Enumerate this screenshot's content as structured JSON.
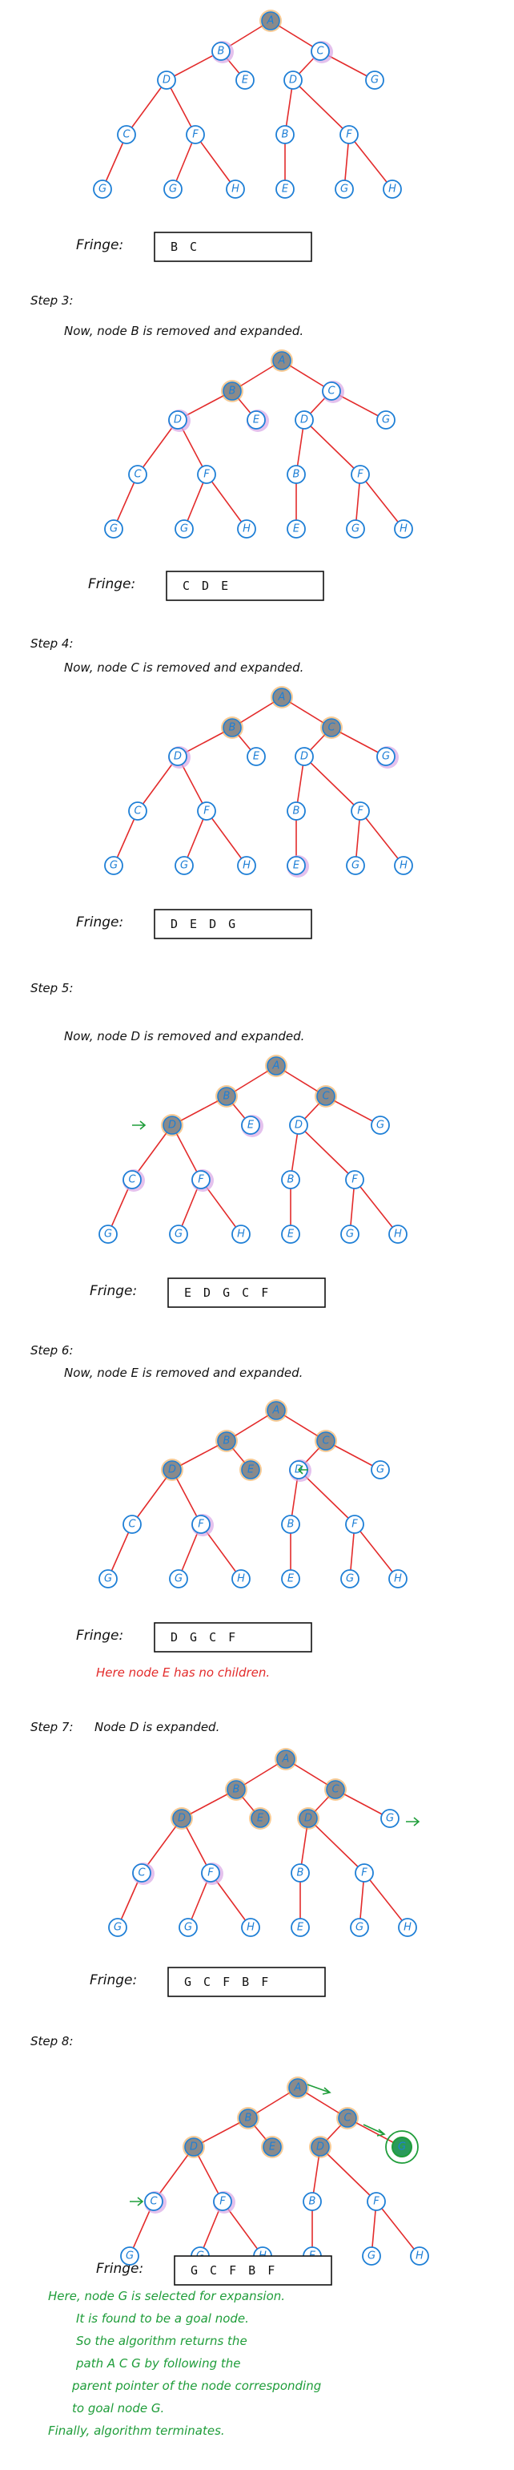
{
  "colors": {
    "edge": "#e32b2b",
    "node_outline": "#1e7fd6",
    "expanded_fill": "#8a8a8a",
    "expanded_glow": "#f0a040",
    "fringe_glow": "#d9a7e6",
    "goal_fill": "#2a9a5a",
    "goal_ring": "#1f9d3a",
    "text": "#111111",
    "red_text": "#e32b2b",
    "green_text": "#1f9d3a"
  },
  "fringe_label": "Fringe:",
  "sections": [
    {
      "id": "s1",
      "step_label": "",
      "text": "",
      "expanded": [
        "A"
      ],
      "fringe_nodes": [
        "B",
        "C"
      ],
      "goal": null,
      "fringe_value": "B C",
      "notes": []
    },
    {
      "id": "s2",
      "step_label": "Step 3:",
      "text": "Now, node B is removed and expanded.",
      "expanded": [
        "A",
        "B"
      ],
      "fringe_nodes": [
        "C",
        "D",
        "E"
      ],
      "goal": null,
      "fringe_value": "C D E",
      "notes": []
    },
    {
      "id": "s3",
      "step_label": "Step 4:",
      "text": "Now, node C is removed and expanded.",
      "expanded": [
        "A",
        "B",
        "C"
      ],
      "fringe_nodes": [
        "D",
        "E2",
        "G"
      ],
      "goal": null,
      "fringe_value": "D E D G",
      "notes": []
    },
    {
      "id": "s4",
      "step_label": "Step 5:",
      "text": "Now, node D is removed and expanded.",
      "expanded": [
        "A",
        "B",
        "C",
        "D"
      ],
      "fringe_nodes": [
        "C2",
        "F",
        "E"
      ],
      "goal": null,
      "fringe_value": "E D G C F",
      "notes": []
    },
    {
      "id": "s5",
      "step_label": "Step 6:",
      "text": "Now, node E is removed and expanded.",
      "expanded": [
        "A",
        "B",
        "C",
        "D",
        "E"
      ],
      "fringe_nodes": [
        "D2",
        "F"
      ],
      "goal": null,
      "fringe_value": "D G C F",
      "notes": [
        "Here node E has no children."
      ]
    },
    {
      "id": "s6",
      "step_label": "Step 7:",
      "text": "Node D is expanded.",
      "expanded": [
        "A",
        "B",
        "C",
        "D",
        "E",
        "D2"
      ],
      "fringe_nodes": [
        "C2",
        "F"
      ],
      "goal": null,
      "fringe_value": "G C F B F",
      "notes": []
    },
    {
      "id": "s7",
      "step_label": "Step 8:",
      "text": "",
      "expanded": [
        "A",
        "B",
        "C",
        "D",
        "E",
        "D2"
      ],
      "fringe_nodes": [
        "C2",
        "F"
      ],
      "goal": "G",
      "fringe_value": "G C F B F",
      "notes": [
        "Here, node G is selected for expansion.",
        "It is found to be a goal node.",
        "So the algorithm returns the",
        "path A C G by following the",
        "parent pointer of the node corresponding",
        "to goal node G.",
        "Finally, algorithm terminates."
      ]
    }
  ],
  "tree": {
    "nodes": [
      {
        "id": "A",
        "label": "A"
      },
      {
        "id": "B",
        "label": "B"
      },
      {
        "id": "C",
        "label": "C"
      },
      {
        "id": "D",
        "label": "D"
      },
      {
        "id": "E",
        "label": "E"
      },
      {
        "id": "D2",
        "label": "D"
      },
      {
        "id": "G",
        "label": "G"
      },
      {
        "id": "C2",
        "label": "C"
      },
      {
        "id": "F",
        "label": "F"
      },
      {
        "id": "B2",
        "label": "B"
      },
      {
        "id": "F2",
        "label": "F"
      },
      {
        "id": "G1",
        "label": "G"
      },
      {
        "id": "G2",
        "label": "G"
      },
      {
        "id": "H1",
        "label": "H"
      },
      {
        "id": "E2",
        "label": "E"
      },
      {
        "id": "G3",
        "label": "G"
      },
      {
        "id": "H2",
        "label": "H"
      }
    ],
    "edges": [
      [
        "A",
        "B"
      ],
      [
        "A",
        "C"
      ],
      [
        "B",
        "D"
      ],
      [
        "B",
        "E"
      ],
      [
        "C",
        "D2"
      ],
      [
        "C",
        "G"
      ],
      [
        "D",
        "C2"
      ],
      [
        "D",
        "F"
      ],
      [
        "D2",
        "B2"
      ],
      [
        "D2",
        "F2"
      ],
      [
        "C2",
        "G1"
      ],
      [
        "F",
        "G2"
      ],
      [
        "F",
        "H1"
      ],
      [
        "B2",
        "E2"
      ],
      [
        "F2",
        "G3"
      ],
      [
        "F2",
        "H2"
      ]
    ]
  }
}
